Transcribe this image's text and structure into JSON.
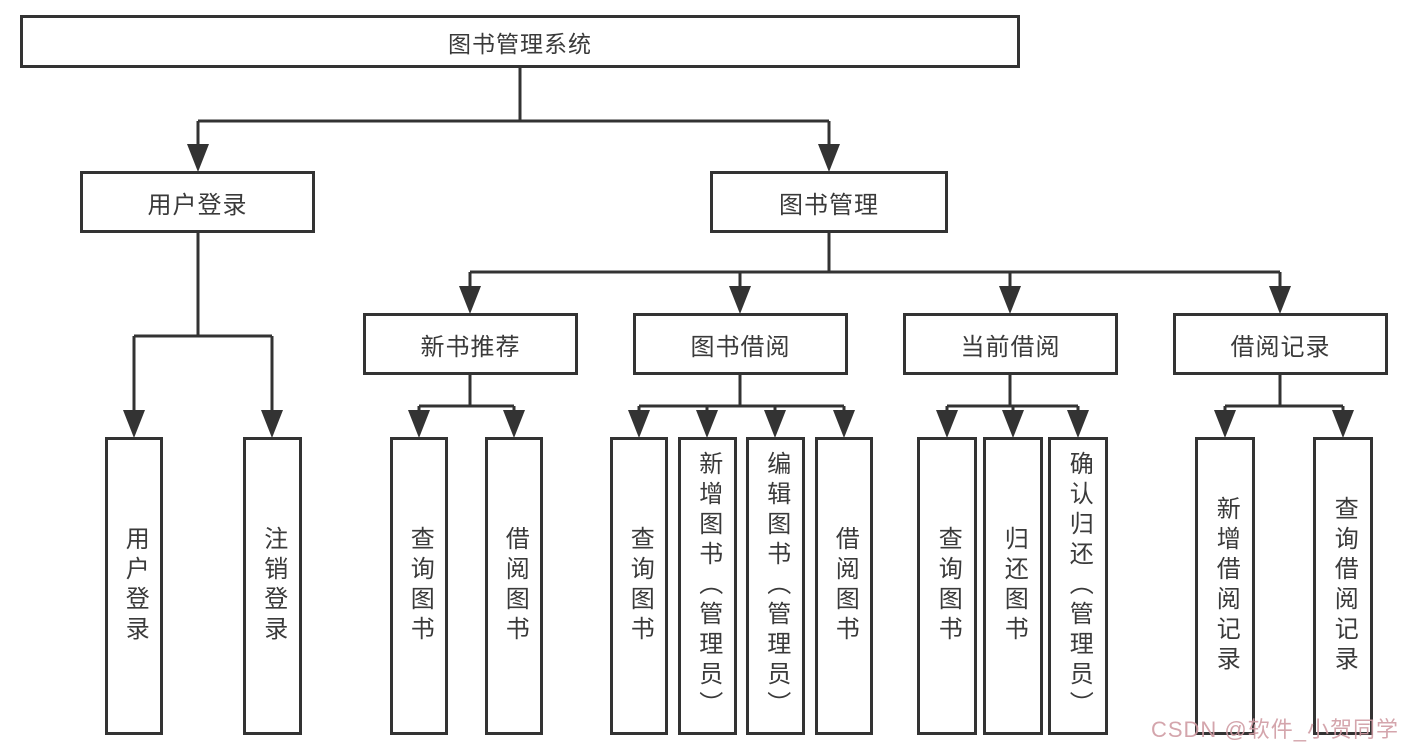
{
  "diagram": {
    "type": "tree",
    "title": "图书管理系统",
    "watermark": "CSDN @软件_小贺同学",
    "colors": {
      "background": "#ffffff",
      "line": "#333333",
      "box_border": "#333333",
      "text": "#3a3a3a",
      "watermark": "#cf9ba3"
    },
    "nodes": {
      "root": {
        "label": "图书管理系统"
      },
      "user_login": {
        "label": "用户登录"
      },
      "book_mgmt": {
        "label": "图书管理"
      },
      "new_book_rec": {
        "label": "新书推荐"
      },
      "book_borrow": {
        "label": "图书借阅"
      },
      "current_borrow": {
        "label": "当前借阅"
      },
      "borrow_records": {
        "label": "借阅记录"
      },
      "ul_user_login": {
        "label": "用户登录"
      },
      "ul_logout": {
        "label": "注销登录"
      },
      "nb_query_book": {
        "label": "查询图书"
      },
      "nb_borrow_book": {
        "label": "借阅图书"
      },
      "bb_query_book": {
        "label": "查询图书"
      },
      "bb_add_book_admin": {
        "label": "新增图书（管理员）"
      },
      "bb_edit_book_admin": {
        "label": "编辑图书（管理员）"
      },
      "bb_borrow_book": {
        "label": "借阅图书"
      },
      "cb_query_book": {
        "label": "查询图书"
      },
      "cb_return_book": {
        "label": "归还图书"
      },
      "cb_confirm_return_admin": {
        "label": "确认归还（管理员）"
      },
      "br_add_record": {
        "label": "新增借阅记录"
      },
      "br_query_record": {
        "label": "查询借阅记录"
      }
    },
    "hierarchy": {
      "图书管理系统": {
        "用户登录": [
          "用户登录",
          "注销登录"
        ],
        "图书管理": {
          "新书推荐": [
            "查询图书",
            "借阅图书"
          ],
          "图书借阅": [
            "查询图书",
            "新增图书（管理员）",
            "编辑图书（管理员）",
            "借阅图书"
          ],
          "当前借阅": [
            "查询图书",
            "归还图书",
            "确认归还（管理员）"
          ],
          "借阅记录": [
            "新增借阅记录",
            "查询借阅记录"
          ]
        }
      }
    }
  }
}
